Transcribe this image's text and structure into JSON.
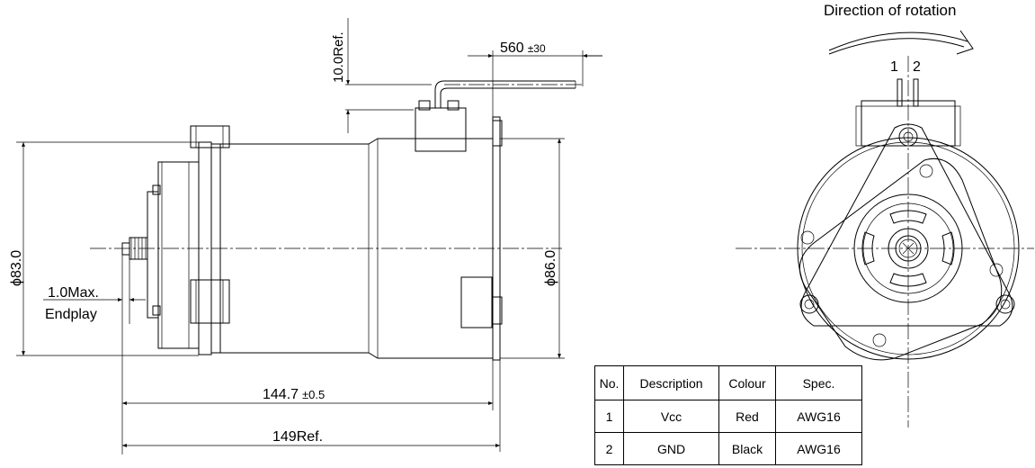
{
  "labels": {
    "direction_of_rotation": "Direction of rotation",
    "terminal_1": "1",
    "terminal_2": "2",
    "wire_length": "560",
    "wire_length_tol": "±30",
    "lead_height": "10.0Ref.",
    "dia_83": "ϕ83.0",
    "dia_86": "ϕ86.0",
    "endplay_value": "1.0Max.",
    "endplay_label": "Endplay",
    "length_147": "144.7",
    "length_147_tol": "±0.5",
    "length_149": "149Ref."
  },
  "table": {
    "headers": [
      "No.",
      "Description",
      "Colour",
      "Spec."
    ],
    "rows": [
      [
        "1",
        "Vcc",
        "Red",
        "AWG16"
      ],
      [
        "2",
        "GND",
        "Black",
        "AWG16"
      ]
    ]
  }
}
